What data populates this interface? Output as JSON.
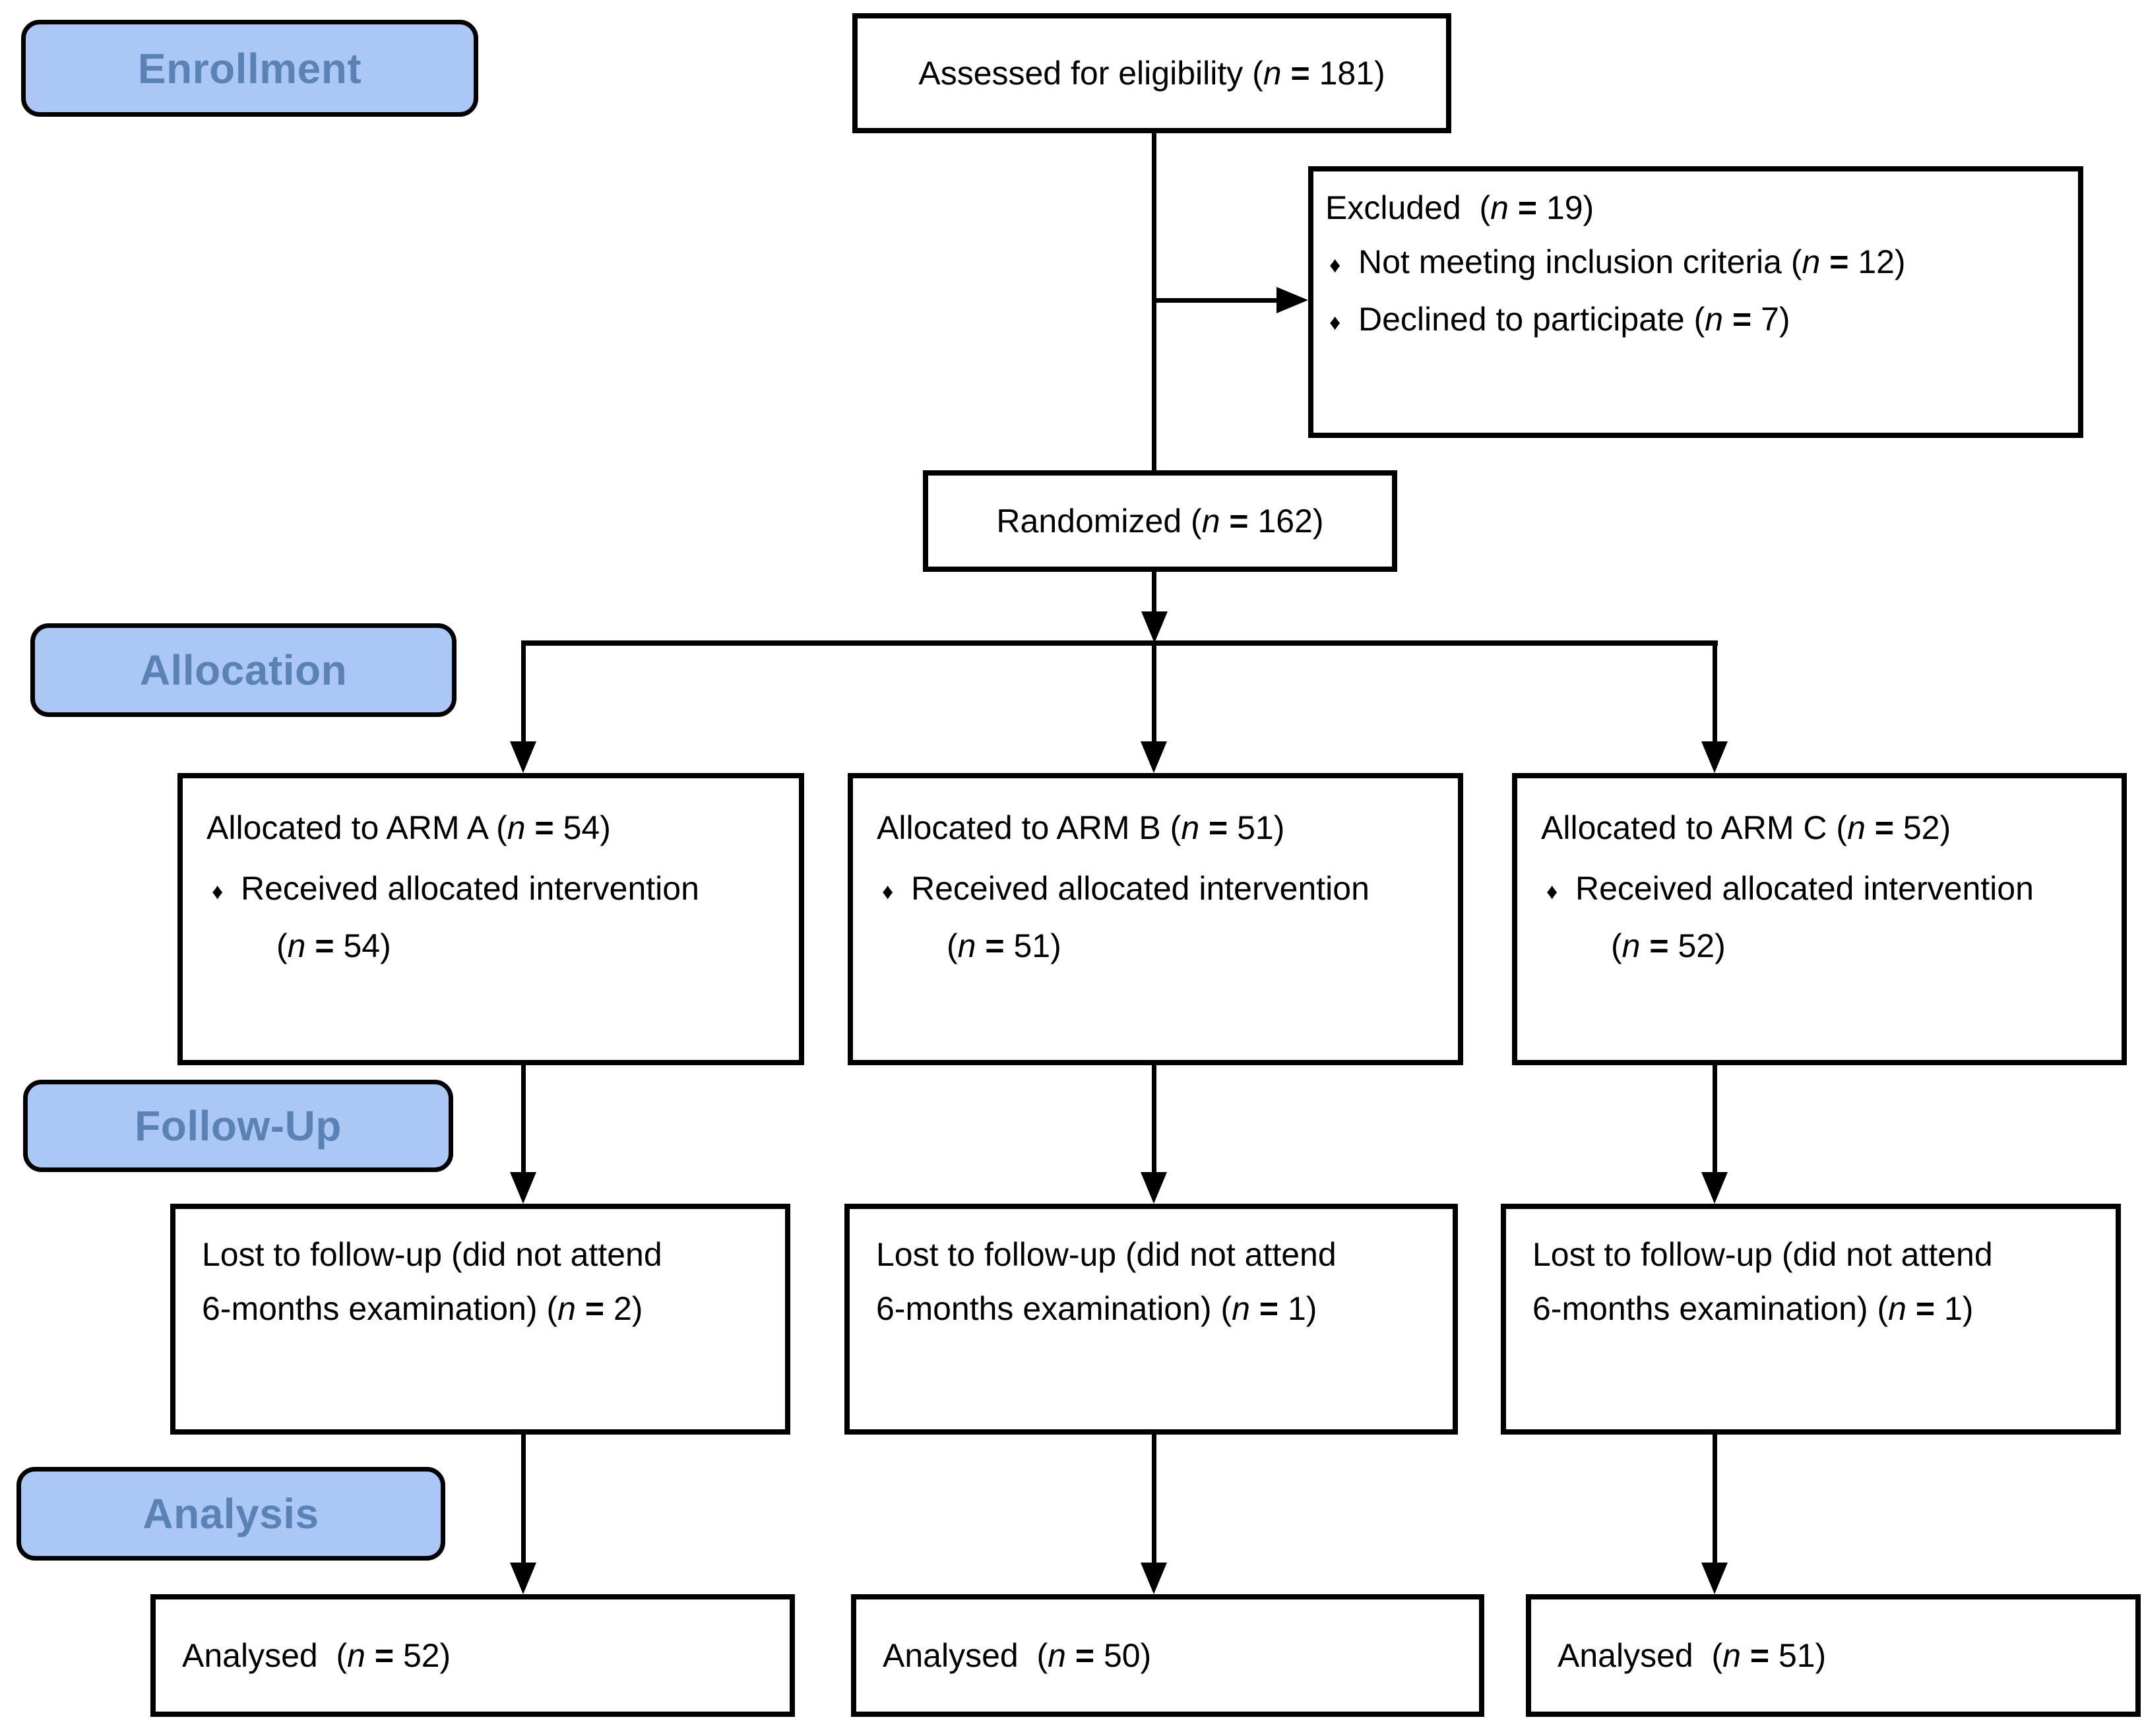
{
  "diagram": {
    "bullet_char": "♦",
    "colors": {
      "stage_fill": "#aac7f5",
      "stage_text": "#5a82b4",
      "line": "#000000",
      "box_border": "#000000",
      "box_bg": "#ffffff"
    },
    "stages": [
      {
        "id": "enrollment",
        "label": "Enrollment"
      },
      {
        "id": "allocation",
        "label": "Allocation"
      },
      {
        "id": "followup",
        "label": "Follow-Up"
      },
      {
        "id": "analysis",
        "label": "Analysis"
      }
    ],
    "boxes": {
      "assessed": {
        "lines": [
          {
            "seg": [
              [
                "Assessed for eligibility (",
                ""
              ],
              [
                "n",
                "i"
              ],
              [
                " ",
                ""
              ],
              [
                "=",
                "b"
              ],
              [
                " 181)",
                ""
              ]
            ]
          }
        ]
      },
      "excluded": {
        "lines": [
          {
            "seg": [
              [
                "Excluded  (",
                ""
              ],
              [
                "n",
                "i"
              ],
              [
                " ",
                ""
              ],
              [
                "=",
                "b"
              ],
              [
                " 19)",
                ""
              ]
            ]
          },
          {
            "bullet": true,
            "seg": [
              [
                "Not meeting inclusion criteria (",
                ""
              ],
              [
                "n",
                "i"
              ],
              [
                " ",
                ""
              ],
              [
                "=",
                "b"
              ],
              [
                " 12)",
                ""
              ]
            ]
          },
          {
            "bullet": true,
            "seg": [
              [
                "Declined to participate (",
                ""
              ],
              [
                "n",
                "i"
              ],
              [
                " ",
                ""
              ],
              [
                "=",
                "b"
              ],
              [
                " 7)",
                ""
              ]
            ]
          }
        ]
      },
      "randomized": {
        "lines": [
          {
            "seg": [
              [
                "Randomized (",
                ""
              ],
              [
                "n",
                "i"
              ],
              [
                " ",
                ""
              ],
              [
                "=",
                "b"
              ],
              [
                " 162)",
                ""
              ]
            ]
          }
        ]
      },
      "arm_a": {
        "lines": [
          {
            "seg": [
              [
                "Allocated to ARM A (",
                ""
              ],
              [
                "n",
                "i"
              ],
              [
                " ",
                ""
              ],
              [
                "=",
                "b"
              ],
              [
                " 54)",
                ""
              ]
            ]
          },
          {
            "bullet": true,
            "seg": [
              [
                "Received allocated intervention",
                ""
              ]
            ]
          },
          {
            "indent": true,
            "seg": [
              [
                "(",
                ""
              ],
              [
                "n",
                "i"
              ],
              [
                " ",
                ""
              ],
              [
                "=",
                "b"
              ],
              [
                " 54)",
                ""
              ]
            ]
          }
        ]
      },
      "arm_b": {
        "lines": [
          {
            "seg": [
              [
                "Allocated to ARM B (",
                ""
              ],
              [
                "n",
                "i"
              ],
              [
                " ",
                ""
              ],
              [
                "=",
                "b"
              ],
              [
                " 51)",
                ""
              ]
            ]
          },
          {
            "bullet": true,
            "seg": [
              [
                "Received allocated intervention",
                ""
              ]
            ]
          },
          {
            "indent": true,
            "seg": [
              [
                "(",
                ""
              ],
              [
                "n",
                "i"
              ],
              [
                " ",
                ""
              ],
              [
                "=",
                "b"
              ],
              [
                " 51)",
                ""
              ]
            ]
          }
        ]
      },
      "arm_c": {
        "lines": [
          {
            "seg": [
              [
                "Allocated to ARM C (",
                ""
              ],
              [
                "n",
                "i"
              ],
              [
                " ",
                ""
              ],
              [
                "=",
                "b"
              ],
              [
                " 52)",
                ""
              ]
            ]
          },
          {
            "bullet": true,
            "seg": [
              [
                "Received allocated intervention",
                ""
              ]
            ]
          },
          {
            "indent": true,
            "seg": [
              [
                "(",
                ""
              ],
              [
                "n",
                "i"
              ],
              [
                " ",
                ""
              ],
              [
                "=",
                "b"
              ],
              [
                " 52)",
                ""
              ]
            ]
          }
        ]
      },
      "fu_a": {
        "lines": [
          {
            "seg": [
              [
                "Lost to follow-up (did not attend",
                ""
              ]
            ]
          },
          {
            "seg": [
              [
                "6-months examination) (",
                ""
              ],
              [
                "n",
                "i"
              ],
              [
                " ",
                ""
              ],
              [
                "=",
                "b"
              ],
              [
                " 2)",
                ""
              ]
            ]
          }
        ]
      },
      "fu_b": {
        "lines": [
          {
            "seg": [
              [
                "Lost to follow-up (did not attend",
                ""
              ]
            ]
          },
          {
            "seg": [
              [
                "6-months examination) (",
                ""
              ],
              [
                "n",
                "i"
              ],
              [
                " ",
                ""
              ],
              [
                "=",
                "b"
              ],
              [
                " 1)",
                ""
              ]
            ]
          }
        ]
      },
      "fu_c": {
        "lines": [
          {
            "seg": [
              [
                "Lost to follow-up (did not attend",
                ""
              ]
            ]
          },
          {
            "seg": [
              [
                "6-months examination) (",
                ""
              ],
              [
                "n",
                "i"
              ],
              [
                " ",
                ""
              ],
              [
                "=",
                "b"
              ],
              [
                " 1)",
                ""
              ]
            ]
          }
        ]
      },
      "an_a": {
        "lines": [
          {
            "seg": [
              [
                "Analysed  (",
                ""
              ],
              [
                "n",
                "i"
              ],
              [
                " ",
                ""
              ],
              [
                "=",
                "b"
              ],
              [
                " 52)",
                ""
              ]
            ]
          }
        ]
      },
      "an_b": {
        "lines": [
          {
            "seg": [
              [
                "Analysed  (",
                ""
              ],
              [
                "n",
                "i"
              ],
              [
                " ",
                ""
              ],
              [
                "=",
                "b"
              ],
              [
                " 50)",
                ""
              ]
            ]
          }
        ]
      },
      "an_c": {
        "lines": [
          {
            "seg": [
              [
                "Analysed  (",
                ""
              ],
              [
                "n",
                "i"
              ],
              [
                " ",
                ""
              ],
              [
                "=",
                "b"
              ],
              [
                " 51)",
                ""
              ]
            ]
          }
        ]
      }
    }
  }
}
